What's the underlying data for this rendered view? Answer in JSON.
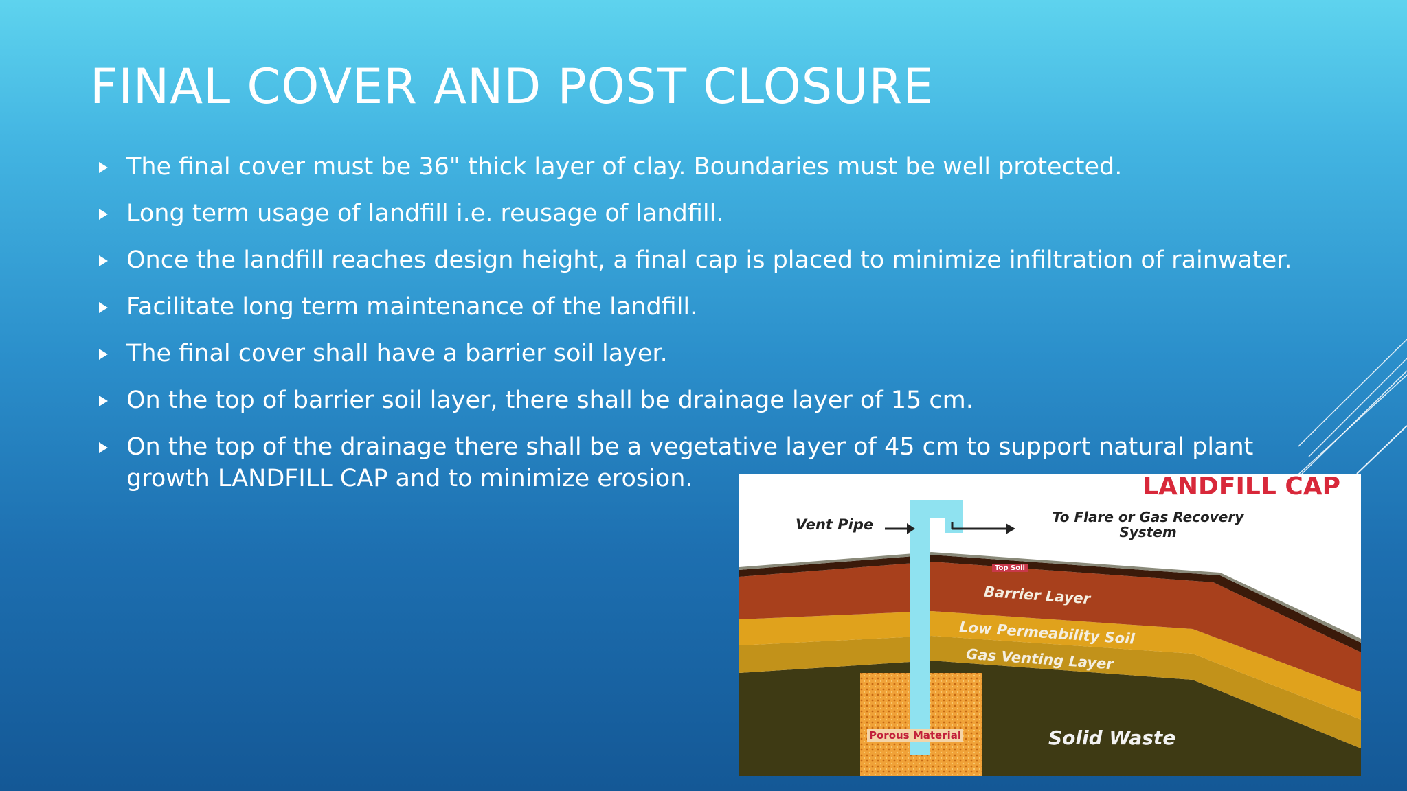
{
  "slide": {
    "title": "FINAL COVER AND POST CLOSURE",
    "bullets": [
      "The final cover must be 36\" thick layer of clay. Boundaries must be well protected.",
      "Long term usage of landfill i.e. reusage of landfill.",
      "Once the landfill reaches design height, a final cap is placed to minimize infiltration of rainwater.",
      "Facilitate long term maintenance of the landfill.",
      "The final cover shall have a barrier soil layer.",
      "On the top of barrier soil layer, there shall be drainage layer of 15 cm.",
      "On the top of the drainage there shall be a vegetative layer of 45 cm to support natural plant growth LANDFILL CAP and to minimize erosion."
    ]
  },
  "figure": {
    "title": "LANDFILL CAP",
    "vent_pipe_label": "Vent Pipe",
    "flare_label": "To Flare or Gas Recovery System",
    "top_soil_label": "Top Soil",
    "barrier_layer_label": "Barrier Layer",
    "low_permeability_label": "Low Permeability Soil",
    "gas_venting_label": "Gas Venting Layer",
    "porous_material_label": "Porous Material",
    "solid_waste_label": "Solid Waste",
    "colors": {
      "title_red": "#d8283a",
      "barrier": "#a8401c",
      "low_permeability": "#e0a21c",
      "gas_venting": "#c2921a",
      "solid_waste": "#3e3a14",
      "pipe": "#8fe2f0",
      "porous": "#f0a238"
    }
  }
}
